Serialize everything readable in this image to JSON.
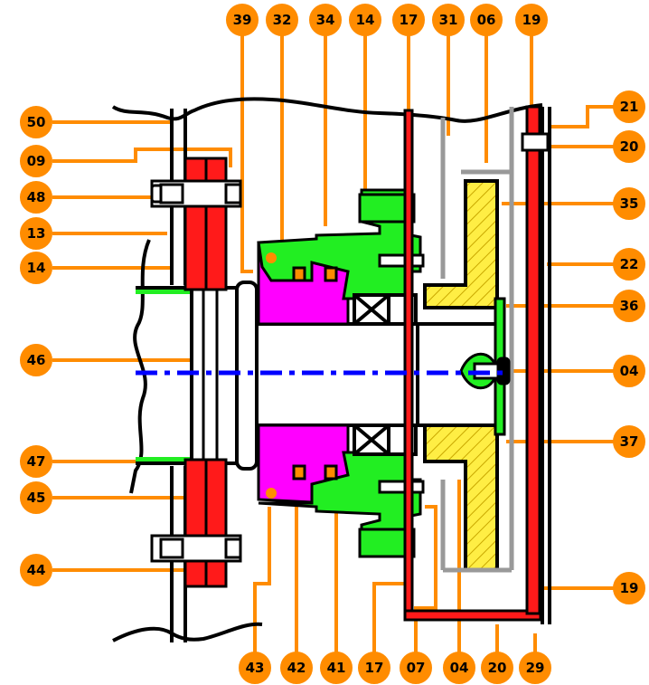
{
  "colors": {
    "orange": "#ff8c00",
    "red": "#ff1a1a",
    "magenta": "#ff00ff",
    "green": "#22ee22",
    "yellow": "#ffee44",
    "blue": "#0000ff",
    "grey": "#999999",
    "black": "#000000"
  },
  "callouts": {
    "top": [
      "39",
      "32",
      "34",
      "14",
      "17",
      "31",
      "06",
      "19"
    ],
    "left": [
      "50",
      "09",
      "48",
      "13",
      "14",
      "46",
      "47",
      "45",
      "44"
    ],
    "right": [
      "21",
      "20",
      "35",
      "22",
      "36",
      "04",
      "37",
      "19"
    ],
    "bottom": [
      "43",
      "42",
      "41",
      "17",
      "07",
      "04",
      "20",
      "29"
    ]
  }
}
